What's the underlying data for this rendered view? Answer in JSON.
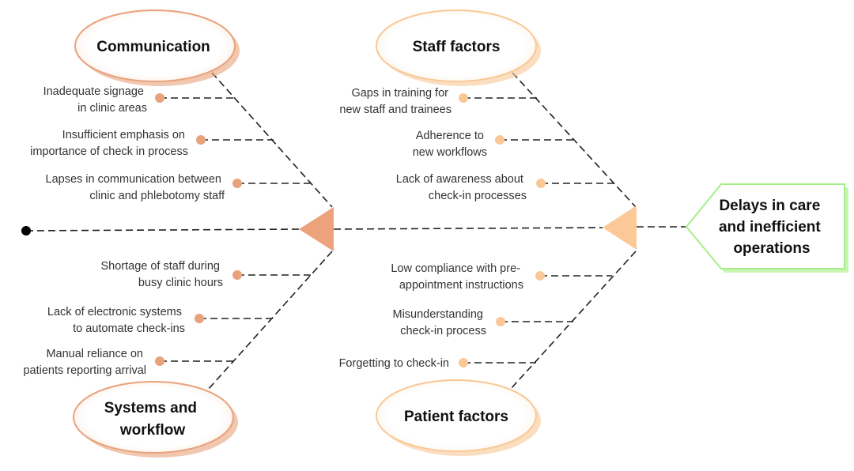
{
  "effect": {
    "lines": [
      "Delays in care",
      "and inefficient",
      "operations"
    ]
  },
  "categories": {
    "communication": {
      "title_lines": [
        "Communication"
      ],
      "causes": [
        [
          "Inadequate signage",
          "in clinic areas"
        ],
        [
          "Insufficient emphasis on",
          "importance of check in process"
        ],
        [
          "Lapses in communication between",
          "clinic and phlebotomy staff"
        ]
      ]
    },
    "staff": {
      "title_lines": [
        "Staff factors"
      ],
      "causes": [
        [
          "Gaps in training for",
          "new staff and trainees"
        ],
        [
          "Adherence to",
          "new workflows"
        ],
        [
          "Lack of awareness about",
          "check-in processes"
        ]
      ]
    },
    "systems": {
      "title_lines": [
        "Systems and",
        "workflow"
      ],
      "causes": [
        [
          "Shortage of staff during",
          "busy clinic hours"
        ],
        [
          "Lack of electronic systems",
          "to automate check-ins"
        ],
        [
          "Manual reliance on",
          "patients reporting arrival"
        ]
      ]
    },
    "patient": {
      "title_lines": [
        "Patient factors"
      ],
      "causes": [
        [
          "Low compliance with pre-",
          "appointment instructions"
        ],
        [
          "Misunderstanding",
          "check-in process"
        ],
        [
          "Forgetting to check-in"
        ]
      ]
    }
  },
  "colors": {
    "left_accent": "#e8a27c",
    "right_accent": "#f9c896",
    "effect_border": "#a6ef88",
    "effect_shadow": "#c9f5b3"
  }
}
